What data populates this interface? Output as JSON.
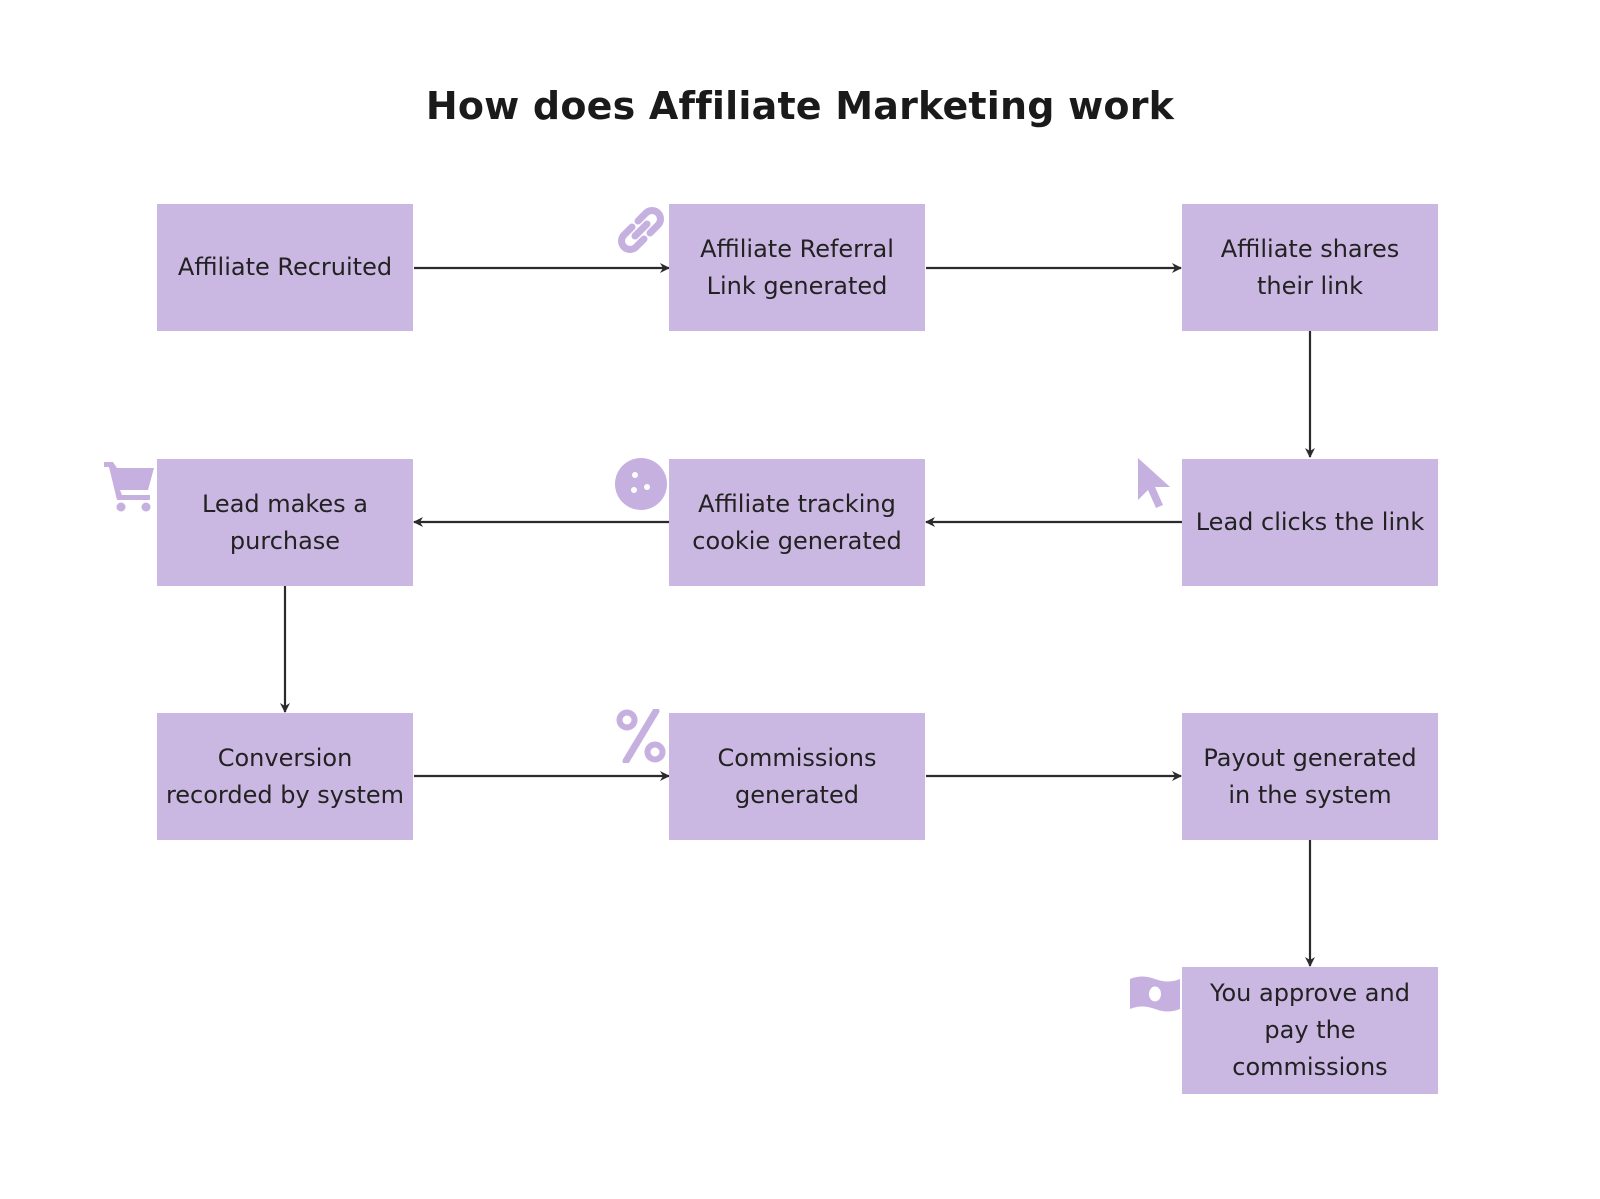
{
  "title": "How does Affiliate Marketing work",
  "colors": {
    "box_fill": "#cbb8e2",
    "icon_fill": "#c5b0e0",
    "arrow": "#2b2b2b",
    "text": "#222222"
  },
  "steps": [
    {
      "label": "Affiliate Recruited"
    },
    {
      "label": "Affiliate Referral\nLink generated",
      "icon": "link-icon"
    },
    {
      "label": "Affiliate shares\ntheir link"
    },
    {
      "label": "Lead clicks the link",
      "icon": "cursor-icon"
    },
    {
      "label": "Affiliate tracking\ncookie generated",
      "icon": "cookie-icon"
    },
    {
      "label": "Lead makes a\npurchase",
      "icon": "shopping-cart-icon"
    },
    {
      "label": "Conversion\nrecorded by system"
    },
    {
      "label": "Commissions\ngenerated",
      "icon": "percent-icon"
    },
    {
      "label": "Payout generated\nin the system"
    },
    {
      "label": "You approve and\npay the\ncommissions",
      "icon": "cash-icon"
    }
  ],
  "connections": [
    {
      "from": 0,
      "to": 1
    },
    {
      "from": 1,
      "to": 2
    },
    {
      "from": 2,
      "to": 3
    },
    {
      "from": 3,
      "to": 4
    },
    {
      "from": 4,
      "to": 5
    },
    {
      "from": 5,
      "to": 6
    },
    {
      "from": 6,
      "to": 7
    },
    {
      "from": 7,
      "to": 8
    },
    {
      "from": 8,
      "to": 9
    }
  ]
}
